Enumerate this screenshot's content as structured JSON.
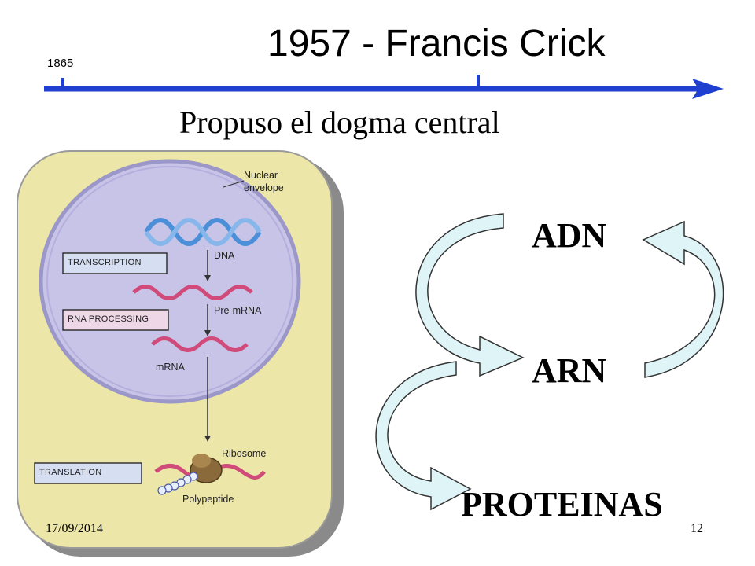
{
  "slide": {
    "title": "1957 - Francis Crick",
    "timeline_start": "1865",
    "subtitle": "Propuso el dogma central",
    "footer_date": "17/09/2014",
    "page_number": "12"
  },
  "figure": {
    "labels": {
      "nuclear_envelope_1": "Nuclear",
      "nuclear_envelope_2": "envelope",
      "dna": "DNA",
      "pre_mrna": "Pre-mRNA",
      "mrna": "mRNA",
      "ribosome": "Ribosome",
      "polypeptide": "Polypeptide"
    },
    "steps": {
      "transcription": "TRANSCRIPTION",
      "rna_processing": "RNA PROCESSING",
      "translation": "TRANSLATION"
    }
  },
  "dogma": {
    "adn": "ADN",
    "arn": "ARN",
    "proteinas": "PROTEINAS"
  },
  "colors": {
    "timeline": "#1f3fd0",
    "cell_fill": "#ece6a8",
    "nucleus_fill": "#c8c4e8",
    "arrow_fill": "#dff4f7",
    "dna_blue": "#4a8fd8",
    "rna_pink": "#d04a7a"
  }
}
